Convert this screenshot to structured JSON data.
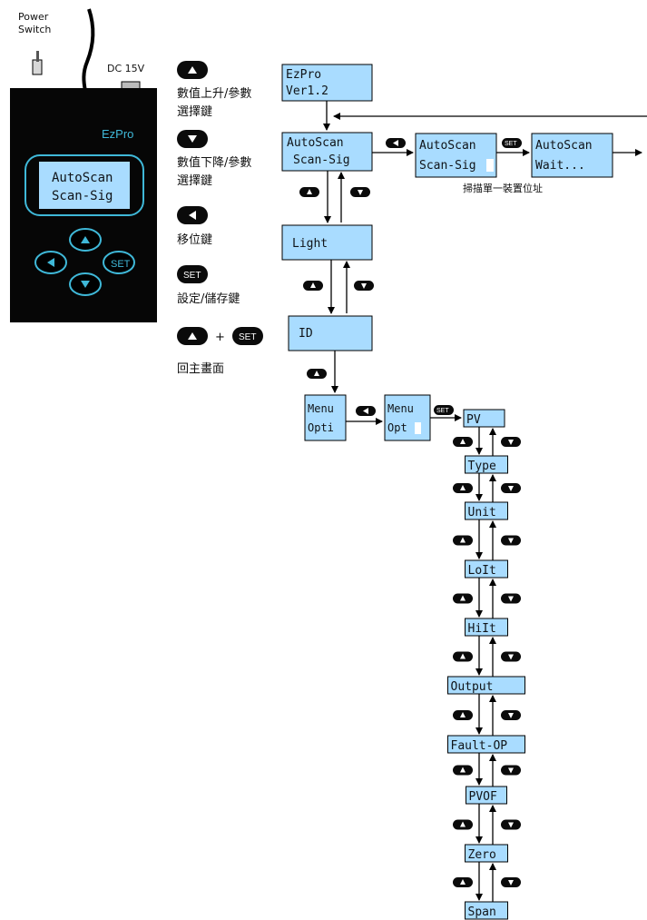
{
  "device": {
    "power_switch_label": "Power\nSwitch",
    "dc_label": "DC 15V",
    "brand": "EzPro",
    "display_line1": "AutoScan",
    "display_line2": "Scan-Sig",
    "set_key": "SET"
  },
  "legend": {
    "up_desc_1": "數值上升/參數",
    "up_desc_2": "選擇鍵",
    "down_desc_1": "數值下降/參數",
    "down_desc_2": "選擇鍵",
    "shift_desc": "移位鍵",
    "set_key": "SET",
    "set_desc": "設定/儲存鍵",
    "plus": "+",
    "home_desc": "回主畫面"
  },
  "screens": {
    "ezpro_line1": "EzPro",
    "ezpro_line2": "Ver1.2",
    "autoscan_line1": "AutoScan",
    "autoscan_line2": "Scan-Sig",
    "autoscan2_line1": "AutoScan",
    "autoscan2_line2": "Scan-Sig",
    "wait_line1": "AutoScan",
    "wait_line2": "Wait...",
    "scan_note": "掃描單一裝置位址",
    "light": "Light",
    "id": "ID",
    "menu1_line1": "Menu",
    "menu1_line2": "Opti",
    "menu2_line1": "Menu",
    "menu2_line2": "Opt",
    "set_small": "SET"
  },
  "menu_items": [
    "PV",
    "Type",
    "Unit",
    "LoIt",
    "HiIt",
    "Output",
    "Fault-OP",
    "PVOF",
    "Zero",
    "Span"
  ],
  "colors": {
    "lcd_fill": "#a9dcff",
    "device_body": "#060606",
    "neon": "#3fb8d8",
    "button": "#0b0b0b"
  }
}
